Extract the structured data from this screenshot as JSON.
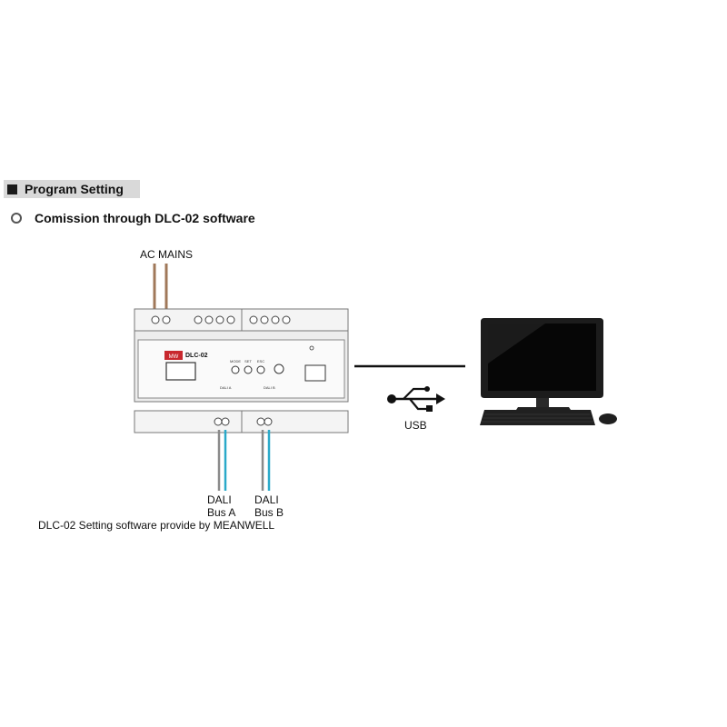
{
  "section": {
    "title": "Program Setting"
  },
  "subtitle": "Comission through DLC-02 software",
  "labels": {
    "ac_mains": "AC MAINS",
    "usb": "USB",
    "dali_a_line1": "DALI",
    "dali_a_line2": "Bus A",
    "dali_b_line1": "DALI",
    "dali_b_line2": "Bus B",
    "footnote": "DLC-02 Setting software provide by MEANWELL"
  },
  "device": {
    "model": "DLC-02",
    "brand": "MW",
    "buttons": [
      "MODE",
      "SET",
      "ESC"
    ],
    "port_a": "DALI A",
    "port_b": "DALI B"
  },
  "colors": {
    "wire_brown": "#a0785a",
    "wire_cyan": "#2aa9c9",
    "wire_gray": "#8a8a8a",
    "brand_red": "#c8282e"
  },
  "icons": [
    "usb-symbol-icon",
    "computer-monitor-icon",
    "keyboard-icon",
    "mouse-icon"
  ]
}
